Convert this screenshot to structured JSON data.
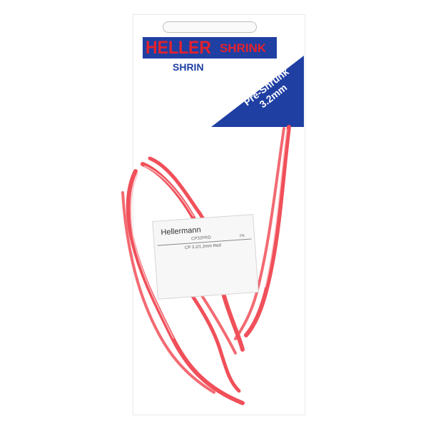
{
  "header": {
    "brand_main": "HELLER",
    "brand_secondary": "SHRINK",
    "sub_brand": "SHRIN",
    "badge_line1": "Pre-Shrunk",
    "badge_line2": "3.2mm"
  },
  "label": {
    "brand": "Hellermann",
    "code": "CP32PRD",
    "description": "CP 3.2/1.2mm Red",
    "unit": "Pk"
  },
  "colors": {
    "brand_blue": "#1f3fa3",
    "brand_red": "#e3222b",
    "tubing_red": "#f0505a",
    "background": "#ffffff"
  }
}
